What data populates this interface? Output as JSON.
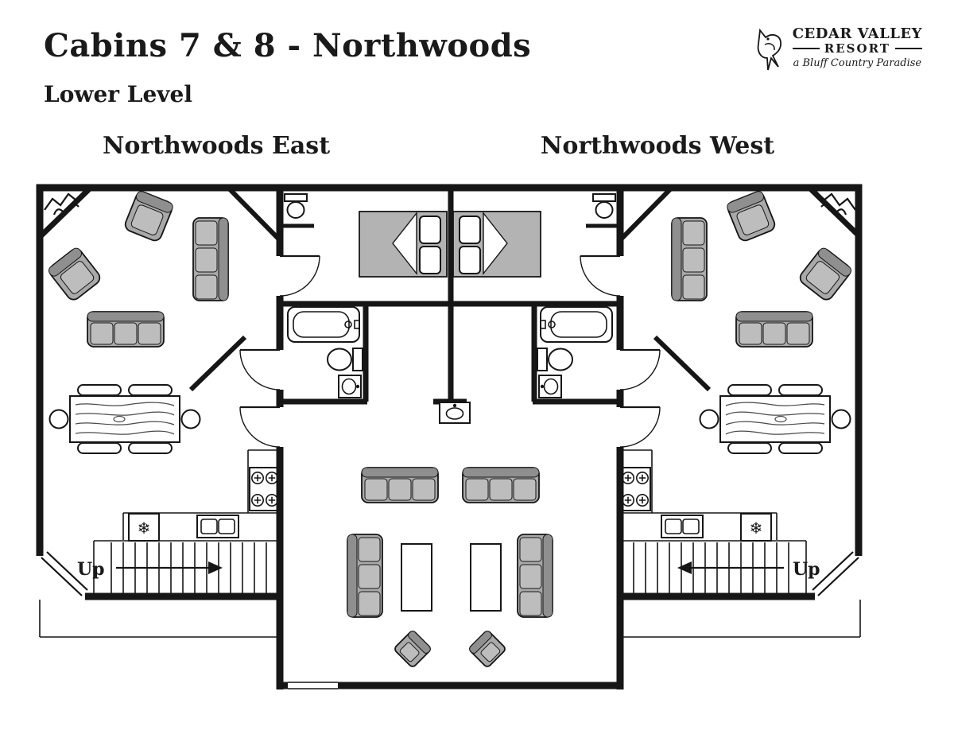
{
  "header": {
    "title": "Cabins 7 & 8 - Northwoods",
    "subtitle": "Lower Level",
    "logo": {
      "name_line1": "CEDAR VALLEY",
      "name_line2": "RESORT",
      "tagline": "a Bluff Country Paradise"
    }
  },
  "floorplan": {
    "east_label": "Northwoods East",
    "west_label": "Northwoods West",
    "east_stairs_label": "Up",
    "west_stairs_label": "Up"
  },
  "icons": {
    "snowflake": "❄"
  },
  "colors": {
    "wall": "#161616",
    "furniture": "#a9a9a9",
    "cushion": "#bdbdbd",
    "bed": "#b3b3b3",
    "background": "#ffffff"
  }
}
